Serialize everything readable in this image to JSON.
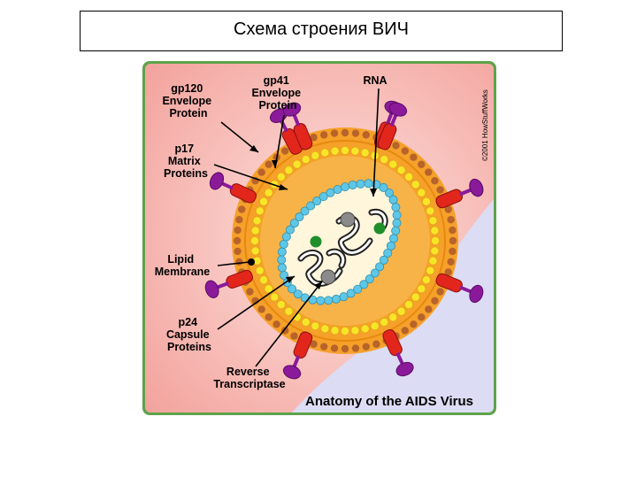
{
  "slide": {
    "title": "Схема строения ВИЧ"
  },
  "diagram": {
    "caption": "Anatomy of the AIDS Virus",
    "copyright": "©2001 HowStuffWorks",
    "labels": {
      "gp120": [
        "gp120",
        "Envelope",
        "Protein"
      ],
      "gp41": [
        "gp41",
        "Envelope",
        "Protein"
      ],
      "rna": [
        "RNA"
      ],
      "p17": [
        "p17",
        "Matrix",
        "Proteins"
      ],
      "lipid": [
        "Lipid",
        "Membrane"
      ],
      "p24": [
        "p24",
        "Capsule",
        "Proteins"
      ],
      "rt": [
        "Reverse",
        "Transcriptase"
      ]
    },
    "colors": {
      "border": "#5ea34a",
      "background_pink": "#f6b1ad",
      "background_lavender": "#dcdcf4",
      "envelope_orange": "#f5a12a",
      "membrane_brown": "#b8632a",
      "matrix_yellow": "#f7e628",
      "capsid_blue": "#5fc7e6",
      "spike_red": "#e3261c",
      "spike_purple": "#8b1a9a",
      "dot_green": "#1f8f2a",
      "dot_gray": "#8a8a8a"
    }
  }
}
